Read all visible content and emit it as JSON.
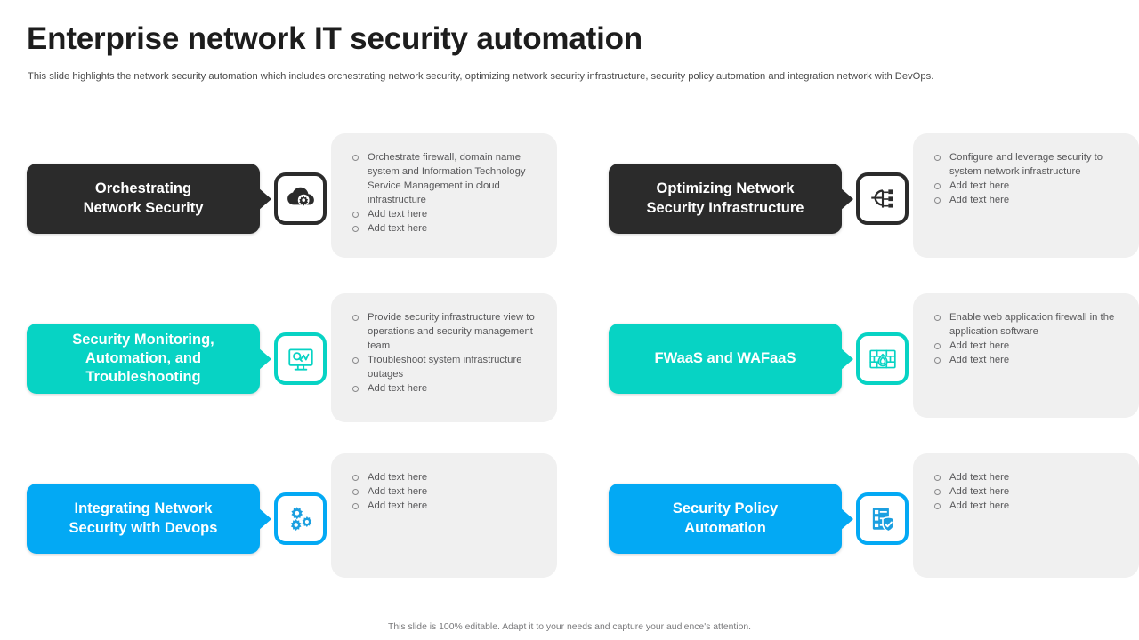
{
  "header": {
    "title": "Enterprise network IT security automation",
    "subtitle": "This slide highlights the network security automation which includes orchestrating network security, optimizing network security infrastructure, security policy automation and integration network with DevOps."
  },
  "colors": {
    "dark": "#2b2b2b",
    "teal": "#07d3c4",
    "blue": "#03a9f4",
    "panel_bg": "#f0f0f0",
    "bullet_text": "#58585a",
    "title_text": "#1d1d1d"
  },
  "cards": [
    {
      "id": "orchestrating-network-security",
      "label": "Orchestrating\nNetwork Security",
      "color": "#2b2b2b",
      "icon": "cloud-gear-icon",
      "bullets": [
        "Orchestrate firewall, domain name system and Information Technology Service Management in cloud infrastructure",
        "Add text here",
        "Add text here"
      ]
    },
    {
      "id": "optimizing-network-security-infrastructure",
      "label": "Optimizing Network\nSecurity Infrastructure",
      "color": "#2b2b2b",
      "icon": "gear-network-icon",
      "bullets": [
        "Configure and leverage security to system network infrastructure",
        "Add text here",
        "Add text here"
      ]
    },
    {
      "id": "security-monitoring-automation-troubleshooting",
      "label": "Security Monitoring,\nAutomation, and\nTroubleshooting",
      "color": "#07d3c4",
      "icon": "monitor-search-icon",
      "bullets": [
        "Provide security infrastructure view to operations and security management team",
        "Troubleshoot system infrastructure outages",
        "Add text here"
      ]
    },
    {
      "id": "fwaas-and-wafaas",
      "label": "FWaaS and WAFaaS",
      "color": "#07d3c4",
      "icon": "firewall-flame-icon",
      "bullets": [
        "Enable web application firewall in the application software",
        "Add text here",
        "Add text here"
      ]
    },
    {
      "id": "integrating-network-security-with-devops",
      "label": "Integrating Network\nSecurity with Devops",
      "color": "#03a9f4",
      "icon": "gears-icon",
      "bullets": [
        "Add text here",
        "Add text here",
        "Add text here"
      ]
    },
    {
      "id": "security-policy-automation",
      "label": "Security Policy\nAutomation",
      "color": "#03a9f4",
      "icon": "checklist-shield-icon",
      "bullets": [
        "Add text here",
        "Add text here",
        "Add text here"
      ]
    }
  ],
  "footer": {
    "note": "This slide is 100% editable. Adapt it to your needs and capture your audience's attention."
  }
}
